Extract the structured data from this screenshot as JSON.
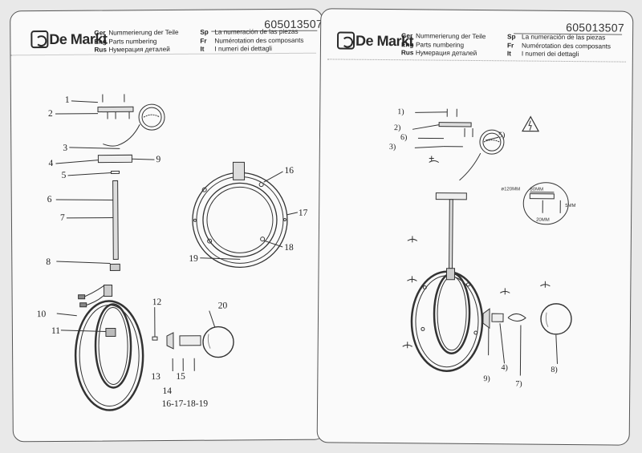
{
  "product_code": "605013507",
  "brand": "De Markt",
  "header": {
    "ger": {
      "code": "Ger",
      "text": "Nummerierung der Teile"
    },
    "eng": {
      "code": "Eng",
      "text": "Parts numbering"
    },
    "rus": {
      "code": "Rus",
      "text": "Нумерация деталей"
    },
    "sp": {
      "code": "Sp",
      "text": "La numeración de las piezas"
    },
    "fr": {
      "code": "Fr",
      "text": "Numérotation des composants"
    },
    "it": {
      "code": "It",
      "text": "I numeri dei dettagli"
    }
  },
  "left_labels": [
    "1",
    "2",
    "3",
    "4",
    "5",
    "6",
    "7",
    "8",
    "9",
    "10",
    "11",
    "12",
    "13",
    "14",
    "15",
    "16",
    "17",
    "18",
    "19",
    "20",
    "16-17-18-19"
  ],
  "right_labels": [
    "1)",
    "2)",
    "3)",
    "4)",
    "5)",
    "6)",
    "7)",
    "8)",
    "9)"
  ],
  "dimensions": {
    "diameter": "ø120MM",
    "width": "80MM",
    "height": "5MM",
    "depth": "20MM"
  }
}
